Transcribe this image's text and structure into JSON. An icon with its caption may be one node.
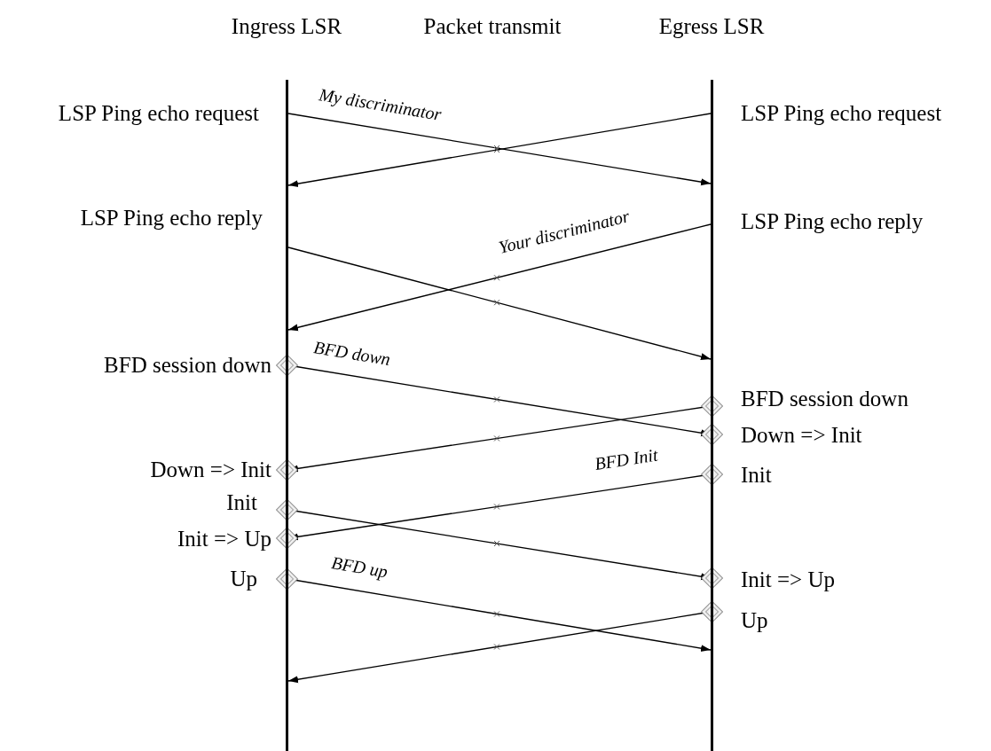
{
  "diagram": {
    "nodes": [
      {
        "text": [
          "Ingress LSR"
        ]
      },
      {
        "text": [
          "Egress LSR"
        ]
      }
    ],
    "edges": [
      {
        "from": 0,
        "to": 1,
        "arrow": "to",
        "label": "My discriminator"
      },
      {
        "from": 1,
        "to": 0,
        "arrow": "to"
      },
      {
        "from": 0,
        "to": 1,
        "arrow": "to"
      },
      {
        "from": 1,
        "to": 0,
        "arrow": "to",
        "label": "Your discriminator"
      },
      {
        "from": 0,
        "to": 1,
        "arrow": "to",
        "label": "BFD down"
      },
      {
        "from": 1,
        "to": 0,
        "arrow": "to"
      },
      {
        "from": 1,
        "to": 0,
        "arrow": "to",
        "label": "BFD Init"
      },
      {
        "from": 0,
        "to": 1,
        "arrow": "to"
      },
      {
        "from": 0,
        "to": 1,
        "arrow": "to",
        "label": "BFD up"
      },
      {
        "from": 1,
        "to": 0,
        "arrow": "to"
      }
    ],
    "labels": [
      "Packet transmit",
      "LSP Ping echo request",
      "LSP Ping echo request",
      "LSP Ping echo reply",
      "LSP Ping echo reply",
      "BFD session down",
      "BFD session down",
      "Down => Init",
      "Down => Init",
      "Init",
      "Init",
      "Init => Up",
      "Up",
      "Init => Up",
      "Up"
    ]
  }
}
